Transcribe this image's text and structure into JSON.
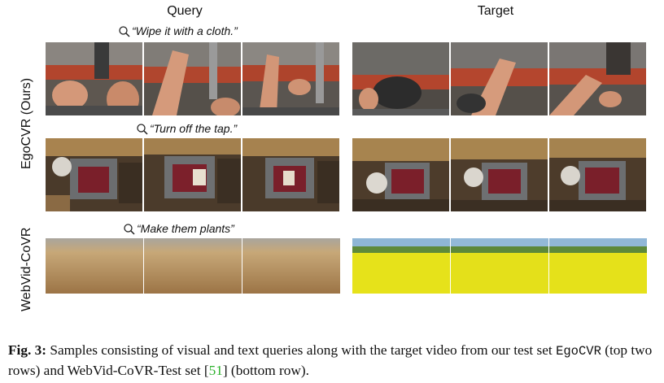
{
  "headers": {
    "query": "Query",
    "target": "Target"
  },
  "side_labels": {
    "egocvr": "EgoCVR (Ours)",
    "webvid": "WebVid-CoVR"
  },
  "rows": [
    {
      "caption": "“Wipe it with a cloth.”"
    },
    {
      "caption": "“Turn off the tap.”"
    },
    {
      "caption": "“Make them plants”"
    }
  ],
  "figure_caption": {
    "label": "Fig. 3:",
    "text_before": " Samples consisting of visual and text queries along with the target video from our test set ",
    "dataset": "EgoCVR",
    "text_middle": " (top two rows) and WebVid-CoVR-Test set [",
    "ref": "51",
    "text_after": "] (bottom row)."
  },
  "colors": {
    "ref_green": "#2db22d"
  },
  "icons": [
    "magnifier-icon"
  ]
}
